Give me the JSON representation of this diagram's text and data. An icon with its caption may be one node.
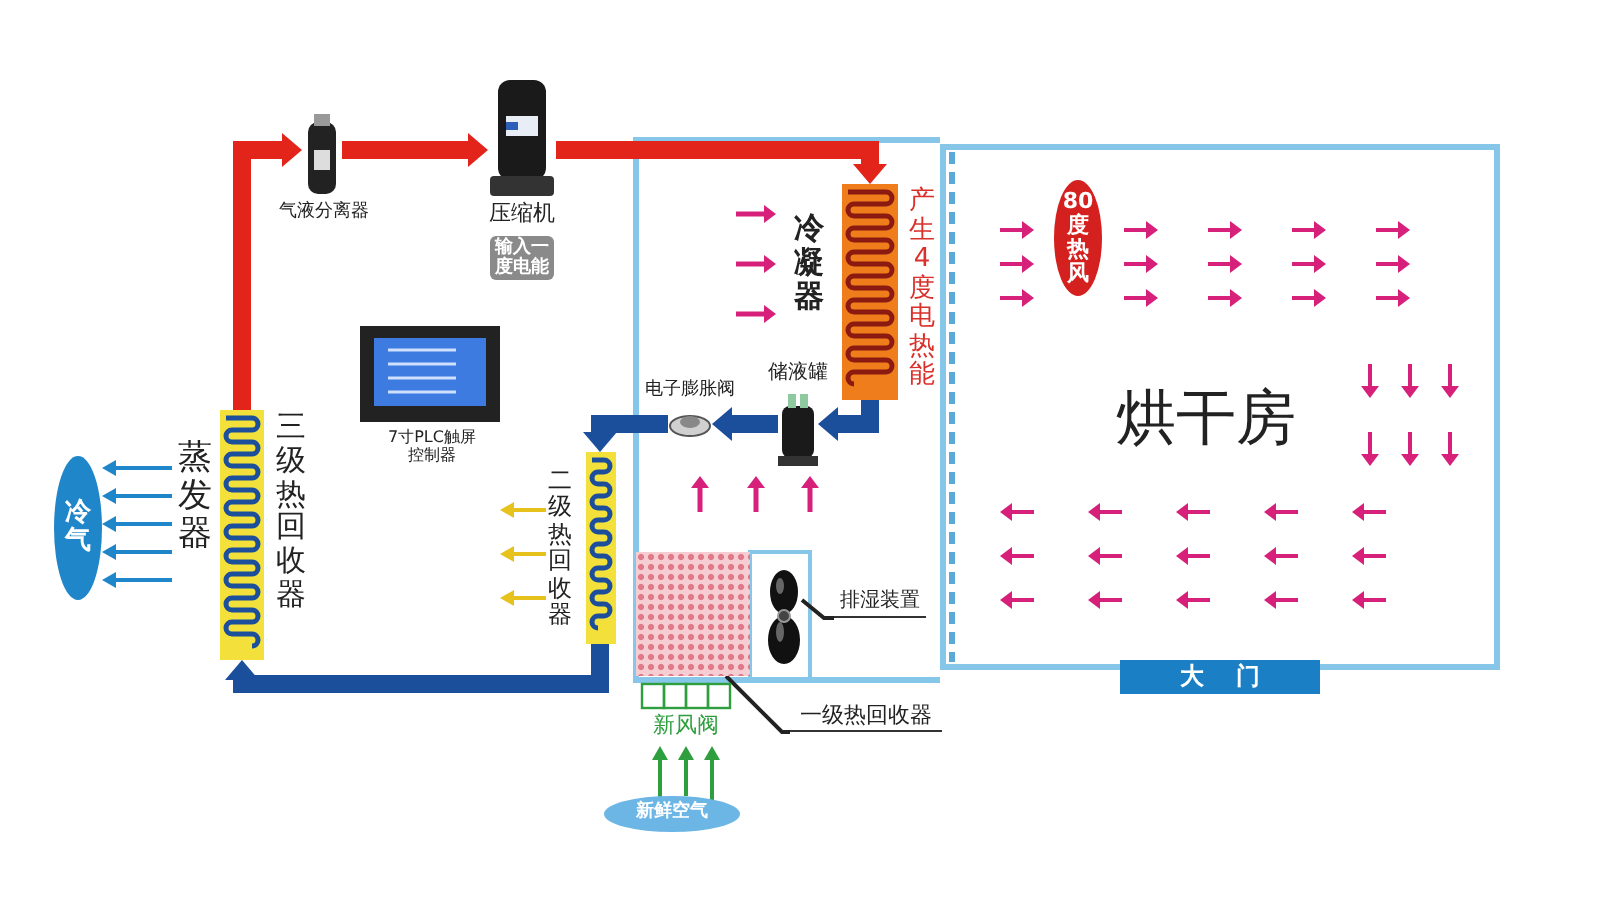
{
  "diagram": {
    "nodes": [
      {
        "text": [
          "气液分离器"
        ]
      },
      {
        "text": [
          "压缩机",
          "输入一度电能"
        ]
      },
      {
        "text": [
          "冷凝器"
        ],
        "beside": [
          "产生4度电热能"
        ]
      },
      {
        "text": [
          "储液罐"
        ]
      },
      {
        "text": [
          "电子膨胀阀"
        ]
      },
      {
        "text": [
          "二级热回收器"
        ]
      },
      {
        "text": [
          "蒸发器",
          "三级热回收器"
        ]
      },
      {
        "text": [
          "冷气"
        ]
      },
      {
        "text": [
          "7寸PLC触屏控制器"
        ]
      },
      {
        "text": [
          "烘干房"
        ]
      },
      {
        "text": [
          "80度热风"
        ],
        "in": 9
      },
      {
        "text": [
          "大门"
        ]
      },
      {
        "text": [
          "一级热回收器"
        ]
      },
      {
        "text": [],
        "shape": "box"
      },
      {
        "text": [
          "排湿装置"
        ]
      },
      {
        "text": [],
        "shape": "picture"
      },
      {
        "text": [
          "新风阀"
        ]
      },
      {
        "text": [
          "新鲜空气"
        ]
      }
    ],
    "edges": [
      {
        "from": 0,
        "to": 1,
        "arrow": "to",
        "style": "thick",
        "color": "#e3241b"
      },
      {
        "from": 1,
        "to": 2,
        "arrow": "to",
        "style": "thick",
        "color": "#e3241b"
      },
      {
        "from": 2,
        "to": 3,
        "arrow": "to",
        "style": "thick",
        "color": "#1b4f9c"
      },
      {
        "from": 3,
        "to": 4,
        "arrow": "to",
        "style": "thick",
        "color": "#1b4f9c"
      },
      {
        "from": 4,
        "to": 5,
        "arrow": "to",
        "style": "thick",
        "color": "#1b4f9c"
      },
      {
        "from": 5,
        "to": 6,
        "arrow": "to",
        "style": "thick",
        "color": "#1b4f9c"
      },
      {
        "from": 6,
        "to": 0,
        "arrow": "to",
        "style": "thick",
        "color": "#e3241b"
      },
      {
        "from": 6,
        "to": 7,
        "arrow": "to",
        "color": "#1f86c9"
      },
      {
        "from": 17,
        "to": 16,
        "arrow": "to",
        "color": "#2e9e3e"
      },
      {
        "from": 12,
        "to": 13,
        "arrow": "none",
        "color": "#222222"
      },
      {
        "from": 14,
        "to": 15,
        "arrow": "none",
        "color": "#222222"
      },
      {
        "from": 6,
        "to": 7,
        "arrow": "to",
        "color": "#1f86c9"
      },
      {
        "from": 6,
        "to": 7,
        "arrow": "to",
        "color": "#1f86c9"
      },
      {
        "from": 6,
        "to": 7,
        "arrow": "to",
        "color": "#1f86c9"
      },
      {
        "from": 6,
        "to": 7,
        "arrow": "to",
        "color": "#1f86c9"
      },
      {
        "from": 5,
        "to": null,
        "arrow": "to",
        "color": "#e8c21c"
      },
      {
        "from": 5,
        "to": null,
        "arrow": "to",
        "color": "#e8c21c"
      },
      {
        "from": 5,
        "to": null,
        "arrow": "to",
        "color": "#e8c21c"
      },
      {
        "from": 17,
        "to": 16,
        "arrow": "to",
        "color": "#2e9e3e"
      },
      {
        "from": 17,
        "to": 16,
        "arrow": "to",
        "color": "#2e9e3e"
      }
    ]
  }
}
